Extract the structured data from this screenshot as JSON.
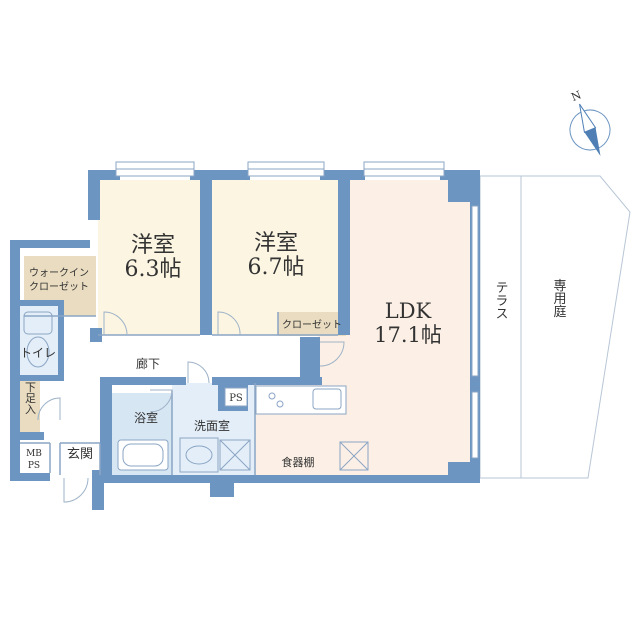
{
  "rooms": {
    "western1": {
      "name": "洋室",
      "size": "6.3帖"
    },
    "western2": {
      "name": "洋室",
      "size": "6.7帖"
    },
    "ldk": {
      "name": "LDK",
      "size": "17.1帖"
    },
    "walkin": {
      "line1": "ウォークイン",
      "line2": "クローゼット"
    },
    "closet": "クローゼット",
    "toilet": "トイレ",
    "corridor": "廊下",
    "shoe": "下足入",
    "mbps": {
      "line1": "MB",
      "line2": "PS"
    },
    "entrance": "玄関",
    "bath": "浴室",
    "washroom": "洗面室",
    "ps": "PS",
    "cupboard": "食器棚",
    "terrace": "テラス",
    "garden": "専用庭"
  },
  "compass": {
    "label": "N"
  },
  "colors": {
    "wall": "#6c95c2",
    "wall_dark": "#4f7fb5",
    "bedroom_floor": "#fbf5e2",
    "ldk_floor": "#fcf0e6",
    "closet_floor": "#e9dcc0",
    "wet_floor": "#e4eef8",
    "wet_floor2": "#d7e6f3",
    "outline": "#8aa5c4"
  }
}
